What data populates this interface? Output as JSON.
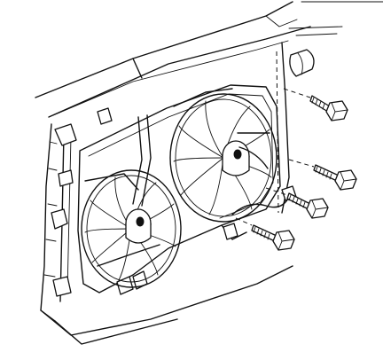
{
  "figure": {
    "corner_note_line1": "",
    "corner_note_line2": ""
  },
  "parts": [
    {
      "id": "radiator-frame",
      "icon": "radiator-outline"
    },
    {
      "id": "fan-left",
      "icon": "fan-blades",
      "blades": 9
    },
    {
      "id": "fan-right",
      "icon": "fan-blades",
      "blades": 9
    },
    {
      "id": "fan-shroud",
      "icon": "shroud-outline"
    },
    {
      "id": "mounting-bolt-1",
      "icon": "bolt-icon"
    },
    {
      "id": "mounting-bolt-2",
      "icon": "bolt-icon"
    },
    {
      "id": "mounting-bolt-3",
      "icon": "bolt-icon"
    },
    {
      "id": "mounting-bolt-4",
      "icon": "bolt-icon"
    }
  ],
  "colors": {
    "line": "#111111",
    "paper": "#ffffff"
  }
}
